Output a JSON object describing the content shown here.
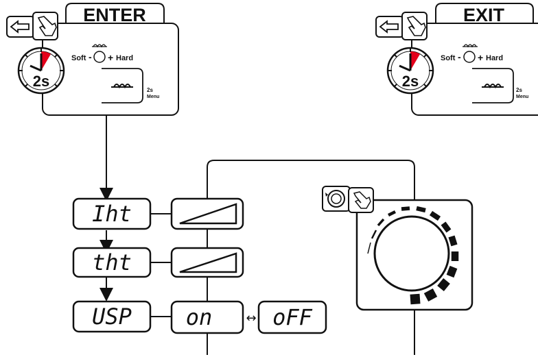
{
  "enter_panel": {
    "tab_label": "ENTER",
    "soft_label": "Soft",
    "hard_label": "Hard",
    "minus": "-",
    "plus": "+",
    "timer_label": "2s",
    "menu_hint_time": "2s",
    "menu_hint_label": "Menu"
  },
  "exit_panel": {
    "tab_label": "EXIT",
    "soft_label": "Soft",
    "hard_label": "Hard",
    "minus": "-",
    "plus": "+",
    "timer_label": "2s",
    "menu_hint_time": "2s",
    "menu_hint_label": "Menu"
  },
  "menu_rows": [
    {
      "code": "Iht",
      "value_type": "ramp"
    },
    {
      "code": "tht",
      "value_type": "ramp"
    },
    {
      "code": "USP",
      "value_type": "toggle"
    }
  ],
  "toggle": {
    "on_label": "on",
    "off_label": "oFF",
    "arrow": "↔"
  },
  "colors": {
    "line": "#111111",
    "timer_accent": "#e4001b",
    "background": "#ffffff"
  },
  "icons": [
    "back-arrow-icon",
    "hand-press-icon",
    "stopwatch-icon",
    "inductance-coil-icon",
    "rotary-knob-icon",
    "knob-dial-icon"
  ]
}
